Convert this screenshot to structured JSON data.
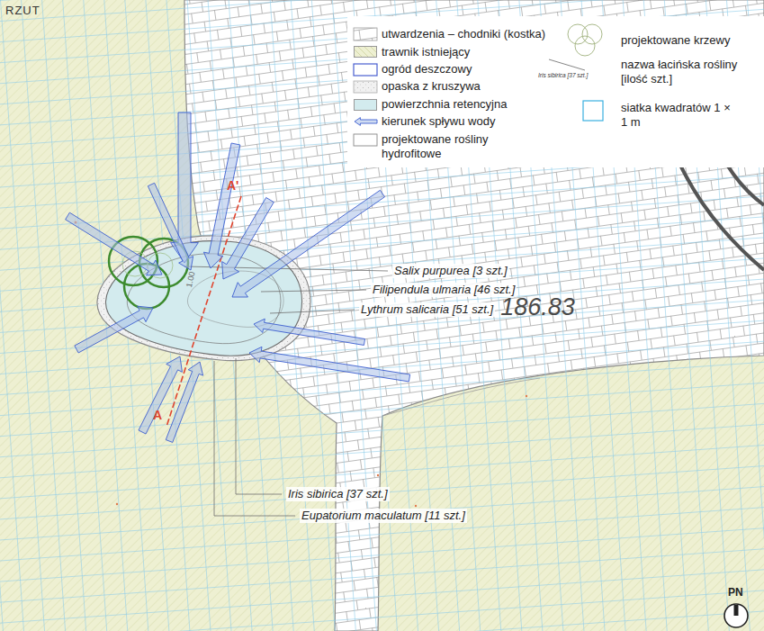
{
  "diagram": {
    "title": "RZUT",
    "labels": [
      "Iris sibirica [37 szt.]",
      "Salix purpurea [3 szt.]",
      "Filipendula ulmaria [46 szt.]",
      "Lythrum salicaria [51 szt.]",
      "186.83",
      "Iris sibirica [37 szt.]",
      "Eupatorium maculatum [11 szt.]",
      "A'",
      "A",
      "1.00",
      "PN"
    ],
    "legend": [
      {
        "text": "utwardzenia – chodniki (kostka)"
      },
      {
        "text": "trawnik istniejący",
        "color": "#eef0d2"
      },
      {
        "text": "ogród deszczowy"
      },
      {
        "text": "opaska z kruszywa"
      },
      {
        "text": "powierzchnia retencyjna",
        "color": "#d3ebee"
      },
      {
        "text": "kierunek spływu wody"
      },
      {
        "text": "projektowane rośliny hydrofitowe"
      },
      {
        "text": "projektowane krzewy"
      },
      {
        "text": "nazwa łacińska rośliny [ilość szt.]"
      },
      {
        "text": "siatka kwadratów 1 × 1 m"
      }
    ]
  }
}
